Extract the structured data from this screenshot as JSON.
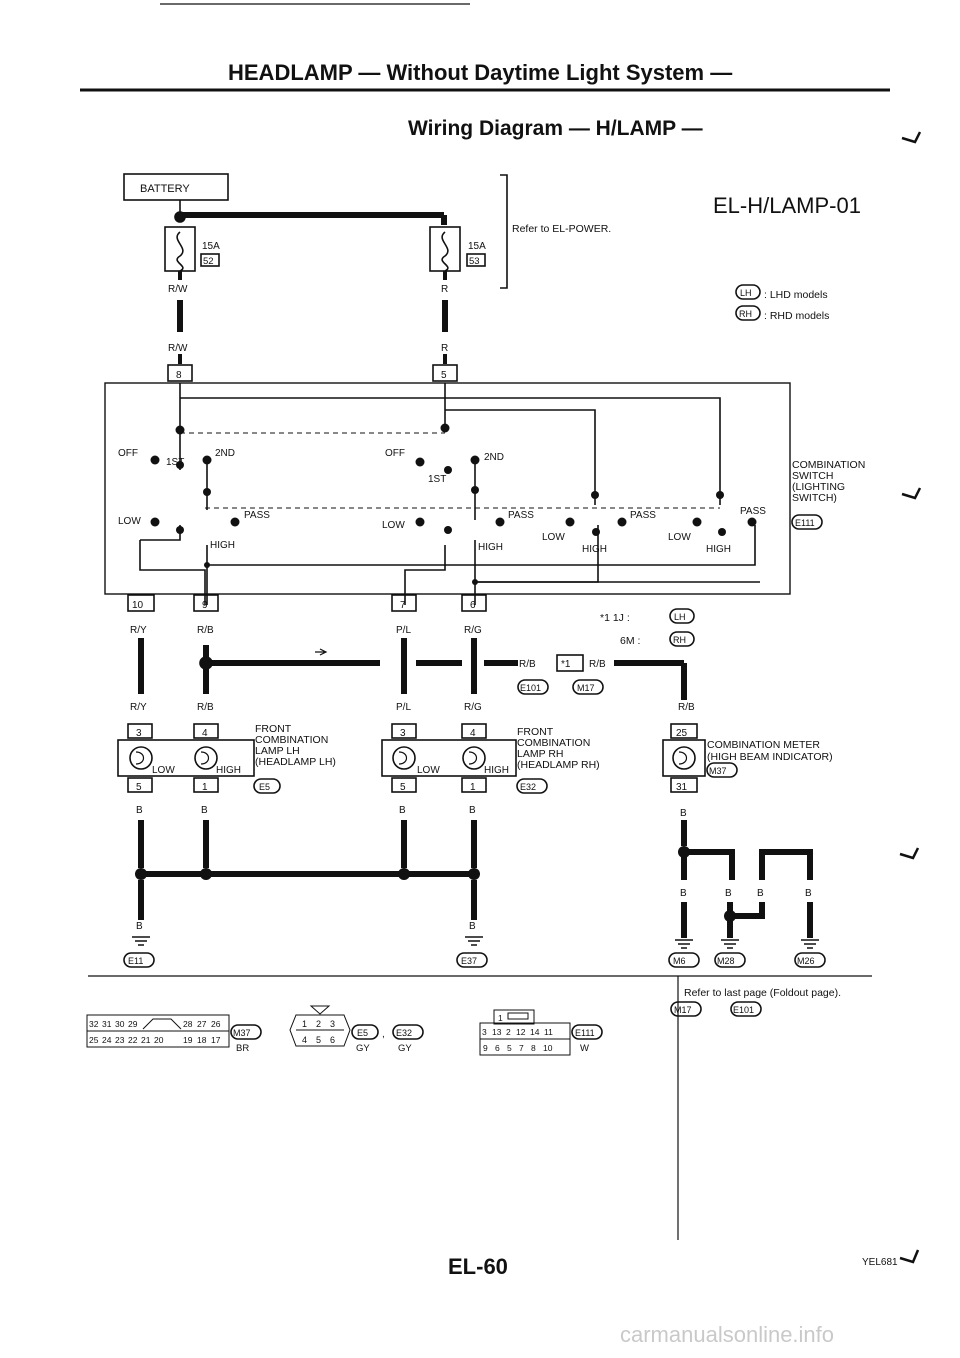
{
  "header": {
    "title": "HEADLAMP — Without Daytime Light System —",
    "subtitle": "Wiring Diagram — H/LAMP —",
    "code": "EL-H/LAMP-01"
  },
  "notes": {
    "refer_power": "Refer to EL-POWER.",
    "legend_lh_tag": "LH",
    "legend_lh": ": LHD models",
    "legend_rh_tag": "RH",
    "legend_rh": ": RHD models",
    "star_lh": "*1  1J :",
    "star_rh": "6M :",
    "refer_foldout": "Refer to last page (Foldout page).",
    "refer_conns": [
      "M17",
      "E101"
    ]
  },
  "battery": "BATTERY",
  "fuses": [
    {
      "amps": "15A",
      "num": "52",
      "wire": "R/W"
    },
    {
      "amps": "15A",
      "num": "53",
      "wire": "R"
    }
  ],
  "switch": {
    "lines": [
      "COMBINATION",
      "SWITCH",
      "(LIGHTING",
      "SWITCH)"
    ],
    "connector": "E111",
    "pins": [
      "8",
      "5",
      "10",
      "9",
      "7",
      "6"
    ],
    "positions": [
      "OFF",
      "1ST",
      "2ND",
      "LOW",
      "PASS",
      "HIGH"
    ]
  },
  "wires": [
    "R/Y",
    "R/B",
    "P/L",
    "R/G",
    "B"
  ],
  "joint": "*1",
  "joint_connectors": [
    "E101",
    "M17"
  ],
  "lamp_lh": {
    "lines": [
      "FRONT",
      "COMBINATION",
      "LAMP LH",
      "(HEADLAMP LH)"
    ],
    "connector": "E5",
    "pins": [
      "3",
      "4",
      "5",
      "1"
    ]
  },
  "lamp_rh": {
    "lines": [
      "FRONT",
      "COMBINATION",
      "LAMP RH",
      "(HEADLAMP RH)"
    ],
    "connector": "E32",
    "pins": [
      "3",
      "4",
      "5",
      "1"
    ]
  },
  "meter": {
    "lines": [
      "COMBINATION METER",
      "(HIGH BEAM INDICATOR)"
    ],
    "connector": "M37",
    "pins": [
      "25",
      "31"
    ]
  },
  "grounds": [
    "E11",
    "E37",
    "M6",
    "M28",
    "M26"
  ],
  "connector_views": {
    "m37": {
      "top": [
        "32",
        "31",
        "30",
        "29",
        "28",
        "27",
        "26"
      ],
      "bottom": [
        "25",
        "24",
        "23",
        "22",
        "21",
        "20",
        "19",
        "18",
        "17"
      ],
      "name": "M37",
      "color": "BR"
    },
    "e5": {
      "top": [
        "1",
        "2",
        "3"
      ],
      "bottom": [
        "4",
        "5",
        "6"
      ],
      "names": [
        "E5",
        "E32"
      ],
      "colors": [
        "GY",
        "GY"
      ]
    },
    "e111": {
      "top": [
        "1",
        "3",
        "13",
        "2",
        "12",
        "14",
        "11"
      ],
      "bottom": [
        "9",
        "6",
        "5",
        "7",
        "8",
        "10"
      ],
      "name": "E111",
      "color": "W"
    }
  },
  "footer": {
    "ref": "YEL681",
    "page": "EL-60"
  },
  "watermark": "carmanualsonline.info"
}
